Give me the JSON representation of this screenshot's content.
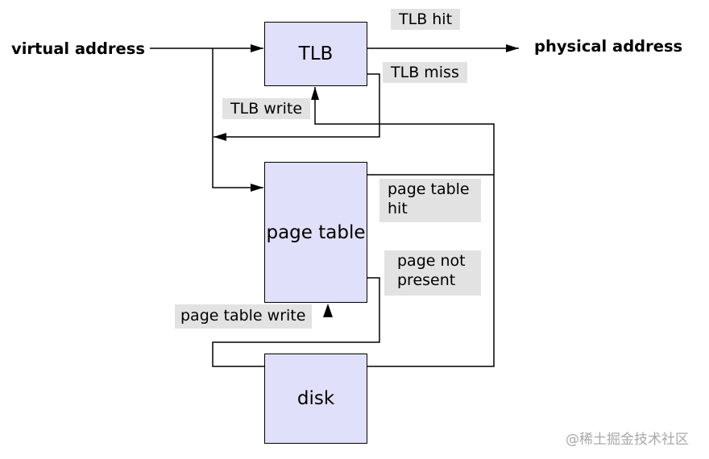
{
  "inputs": {
    "virtual_address": "virtual address",
    "physical_address": "physical address"
  },
  "boxes": {
    "tlb": "TLB",
    "page_table": "page table",
    "disk": "disk"
  },
  "edge_labels": {
    "tlb_hit": "TLB hit",
    "tlb_miss": "TLB miss",
    "tlb_write": "TLB write",
    "page_table_hit_line1": "page table",
    "page_table_hit_line2": "hit",
    "page_not_present_line1": "page not",
    "page_not_present_line2": "present",
    "page_table_write": "page table write"
  },
  "colors": {
    "box_fill": "#e0e0fa",
    "label_bg": "#e2e2e2",
    "line": "#000000"
  },
  "watermark": "@稀土掘金技术社区"
}
